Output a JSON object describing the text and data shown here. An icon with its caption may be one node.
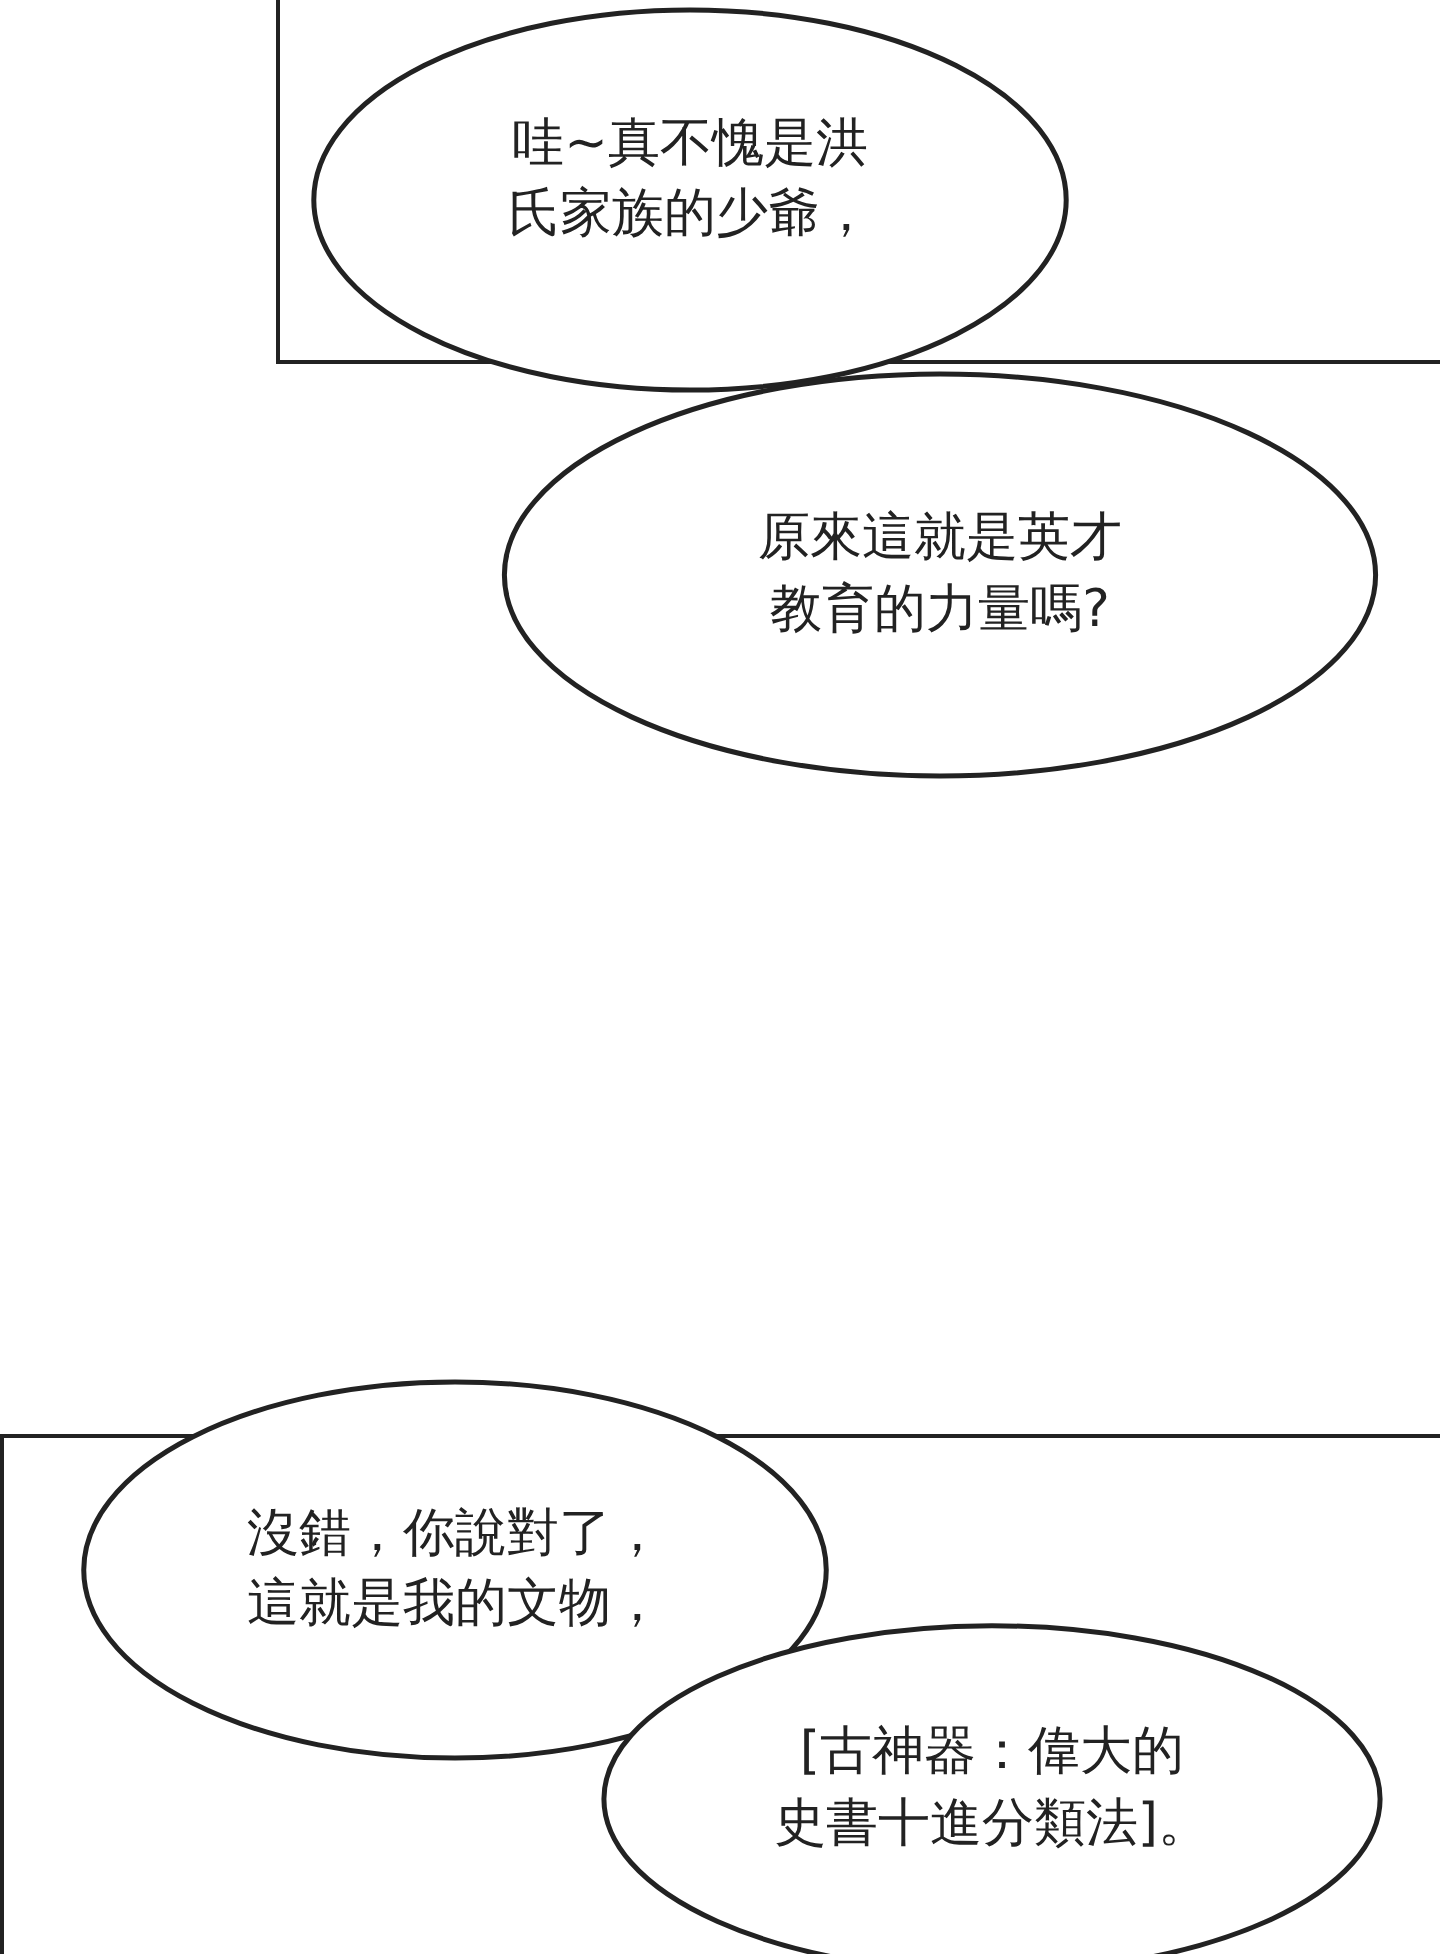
{
  "diagram": {
    "nodes": [
      {
        "text": [],
        "shape": "box"
      },
      {
        "text": [
          "哇~真不愧是洪氏家族的少爺，"
        ]
      },
      {
        "text": [
          "原來這就是英才教育的力量嗎?"
        ]
      },
      {
        "text": [],
        "shape": "box"
      },
      {
        "text": [
          "沒錯，你說對了，這就是我的文物，"
        ]
      },
      {
        "text": [
          "[古神器：偉大的史書十進分類法]。"
        ],
        "in": 3
      }
    ],
    "edges": []
  }
}
